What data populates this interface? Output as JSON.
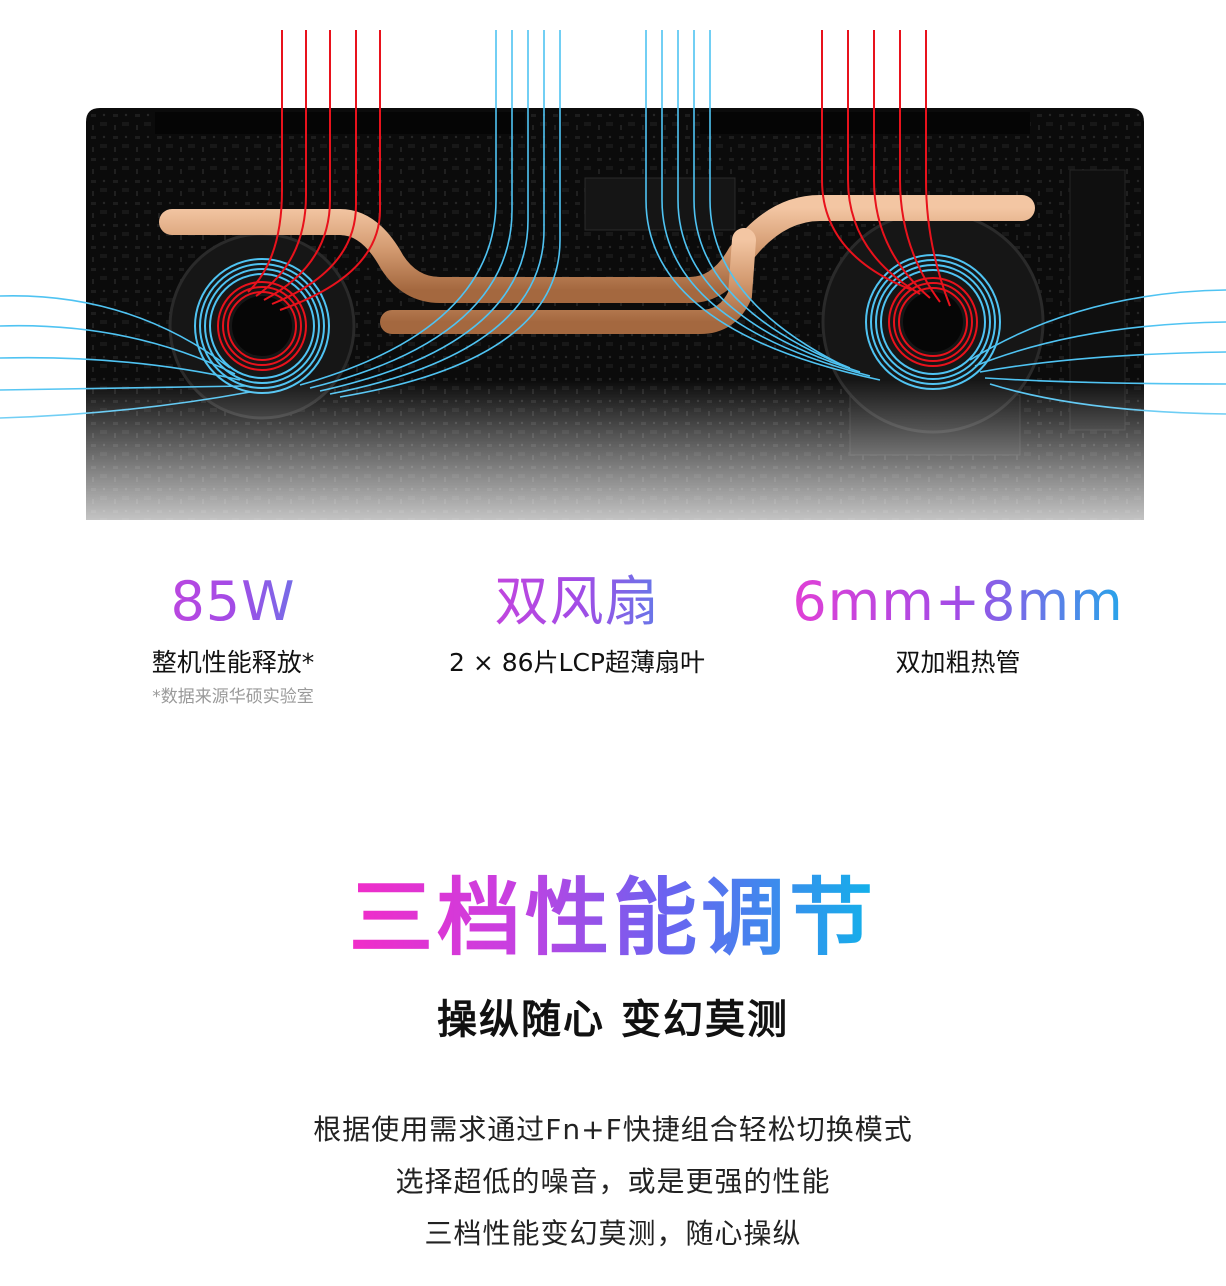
{
  "hero": {
    "colors": {
      "board": "#0c0c0c",
      "hot_airflow": "#e8121c",
      "cool_airflow": "#4fc3f2",
      "heatpipe": "#d8a47c"
    },
    "icons": [
      "laptop-internals-image",
      "fan-icon",
      "heatpipe-icon"
    ]
  },
  "stats": [
    {
      "value": "85W",
      "caption": "整机性能释放*",
      "note": "*数据来源华硕实验室"
    },
    {
      "value": "双风扇",
      "caption": "2 × 86片LCP超薄扇叶"
    },
    {
      "value": "6mm+8mm",
      "caption": "双加粗热管"
    }
  ],
  "section": {
    "headline": "三档性能调节",
    "subheadline": "操纵随心 变幻莫测",
    "lines": [
      "根据使用需求通过Fn+F快捷组合轻松切换模式",
      "选择超低的噪音，或是更强的性能",
      "三档性能变幻莫测，随心操纵"
    ],
    "gradient": [
      "#f12cc8",
      "#11b2ea"
    ]
  }
}
